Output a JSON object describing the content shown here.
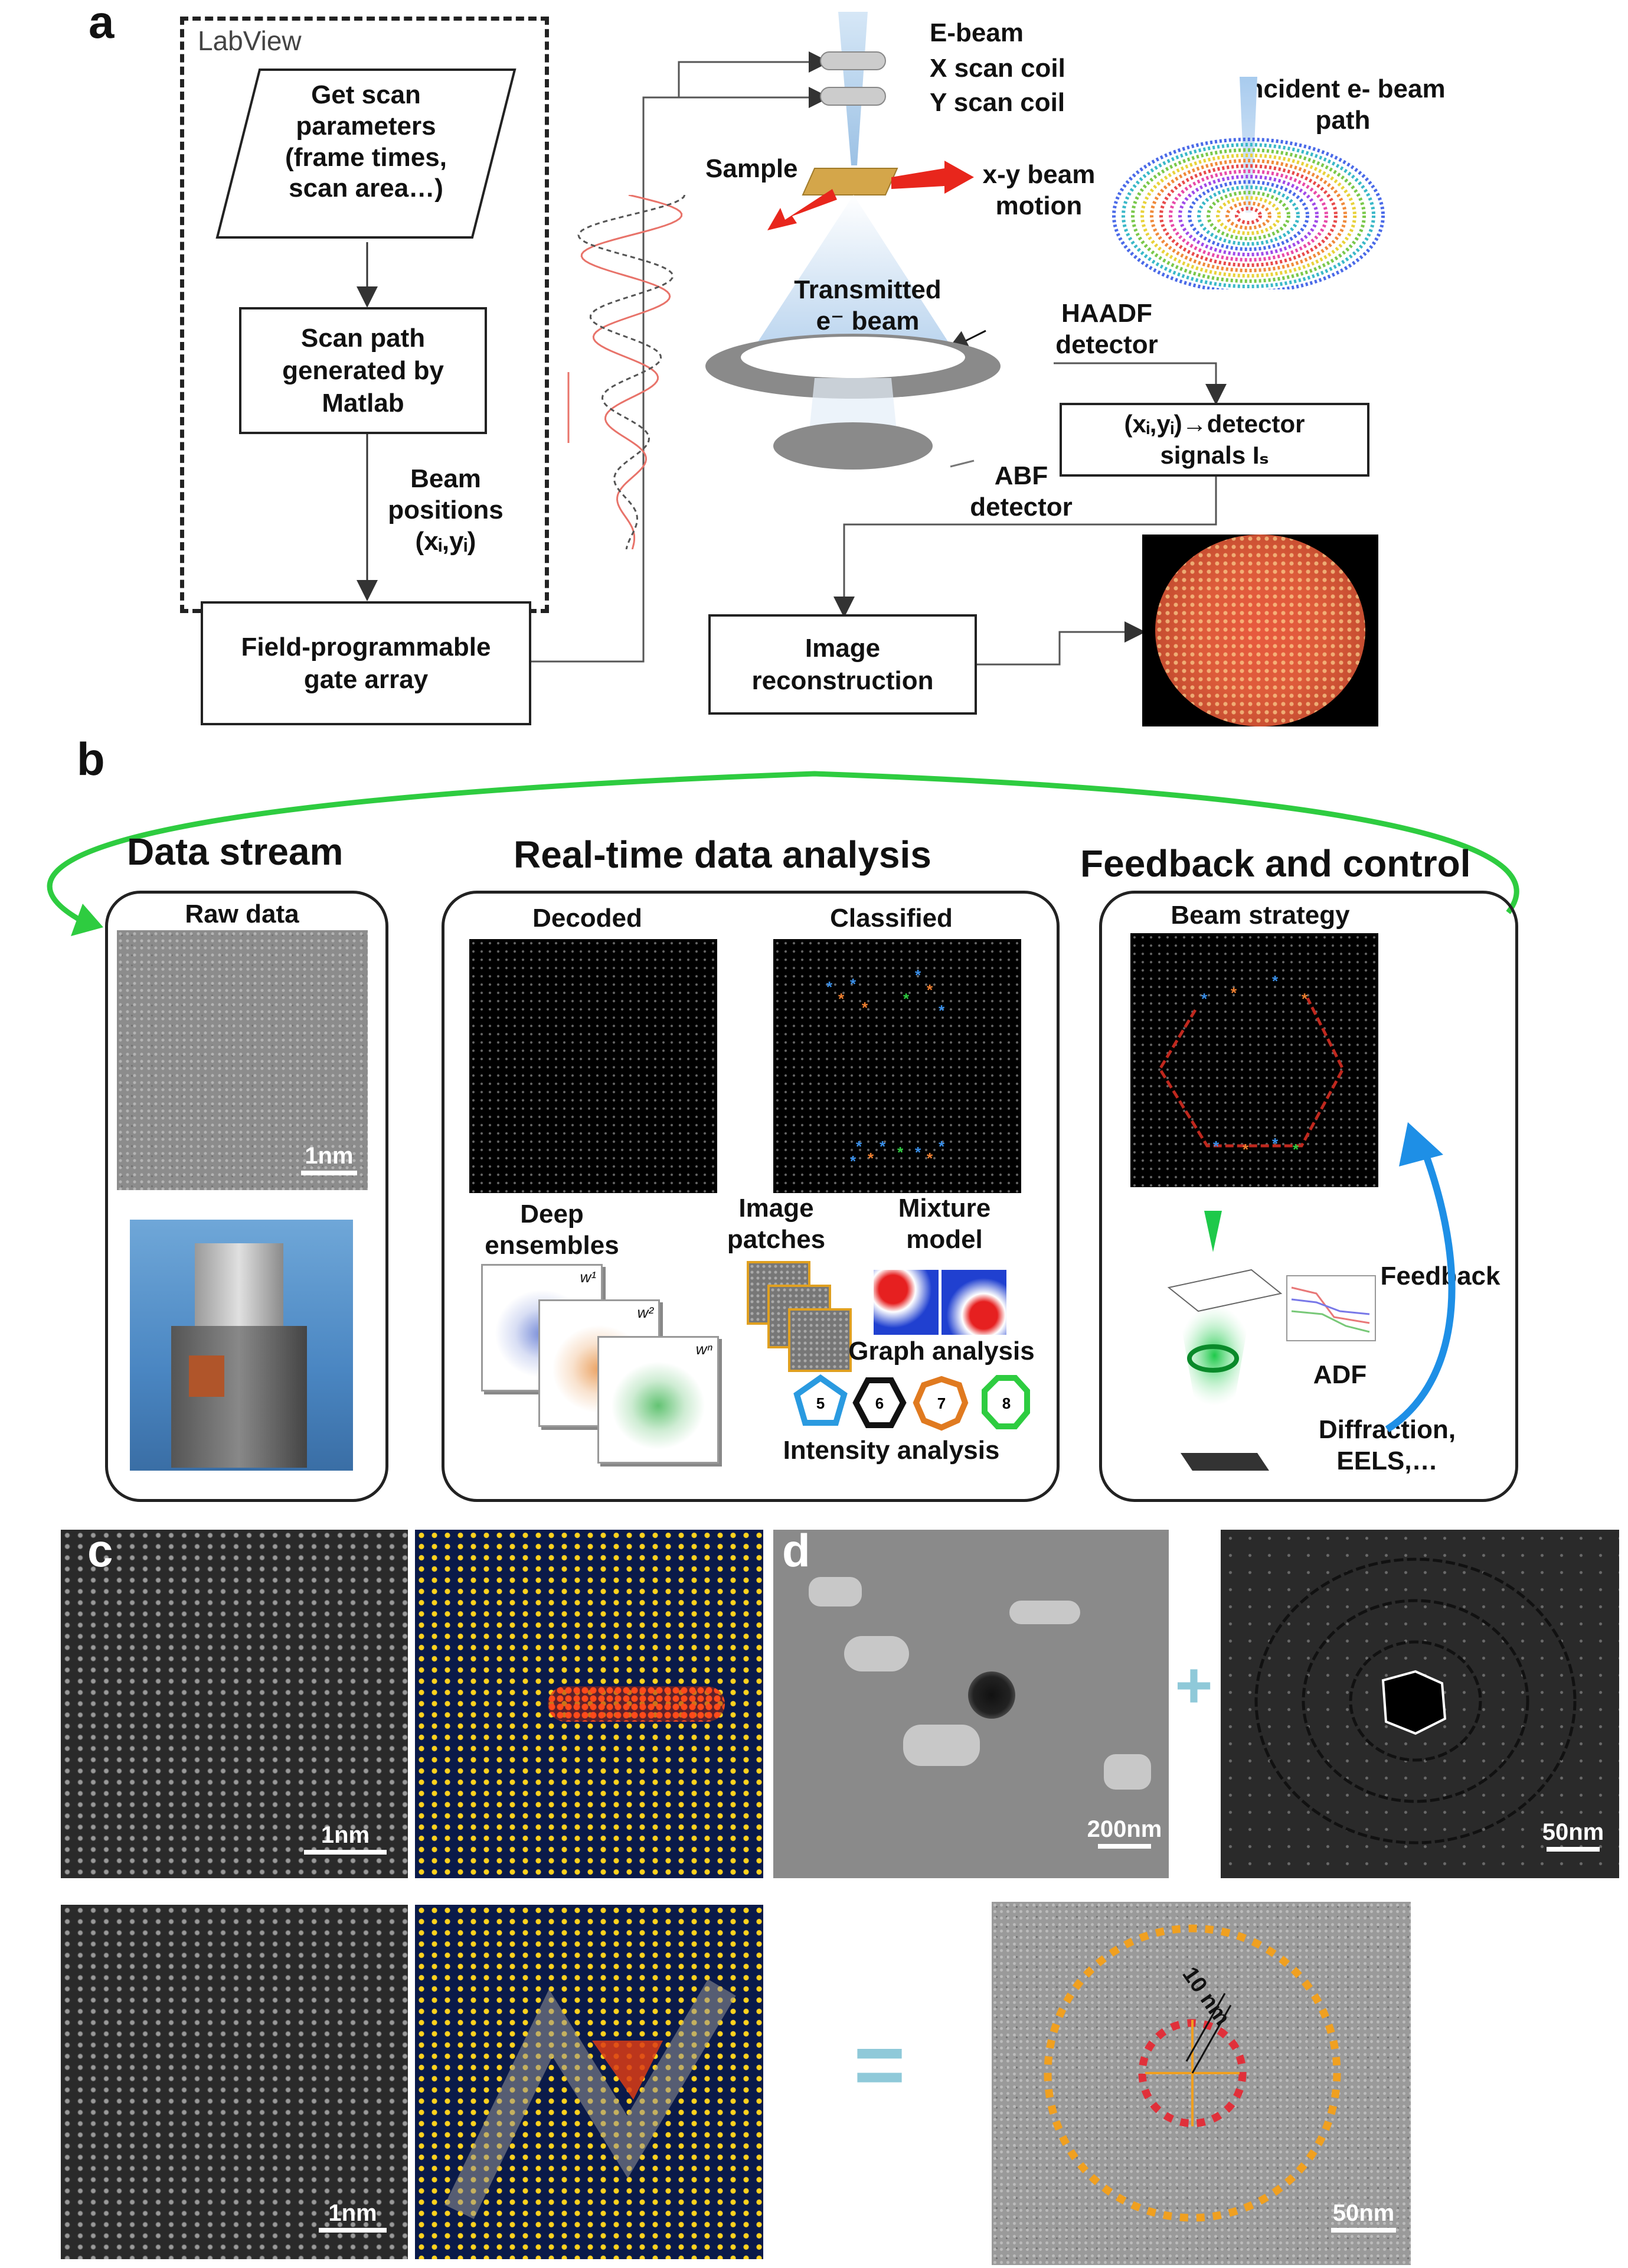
{
  "panel_a": {
    "letter": "a",
    "labview": "LabView",
    "get_scan": "Get scan\nparameters\n(frame times,\nscan area…)",
    "scan_path": "Scan path\ngenerated by\nMatlab",
    "beam_positions": "Beam\npositions\n(xᵢ,yᵢ)",
    "fpga": "Field-programmable\ngate array",
    "ebeam": "E-beam",
    "x_scan": "X scan coil",
    "y_scan": "Y scan coil",
    "sample": "Sample",
    "xy_motion": "x-y beam\nmotion",
    "incident": "Incident e- beam\npath",
    "transmitted": "Transmitted\ne⁻ beam",
    "haadf": "HAADF\ndetector",
    "abf": "ABF\ndetector",
    "detector_signals": "(xᵢ,yᵢ)→detector\nsignals Iₛ",
    "image_recon": "Image\nreconstruction"
  },
  "panel_b": {
    "letter": "b",
    "data_stream": "Data stream",
    "realtime": "Real-time data analysis",
    "feedback_control": "Feedback and control",
    "raw_data": "Raw data",
    "decoded": "Decoded",
    "classified": "Classified",
    "beam_strategy": "Beam strategy",
    "deep_ensembles": "Deep\nensembles",
    "image_patches": "Image\npatches",
    "mixture_model": "Mixture\nmodel",
    "graph_analysis": "Graph analysis",
    "intensity_analysis": "Intensity analysis",
    "feedback": "Feedback",
    "adf": "ADF",
    "diffraction": "Diffraction,\nEELS,…",
    "scale_1nm": "1nm",
    "polygons": [
      "5",
      "6",
      "7",
      "8"
    ],
    "weights": [
      "w¹",
      "w²",
      "wⁿ"
    ]
  },
  "panel_c": {
    "letter": "c",
    "scale_top": "1nm",
    "scale_bottom": "1nm"
  },
  "panel_d": {
    "letter": "d",
    "scale_200": "200nm",
    "scale_50a": "50nm",
    "scale_50b": "50nm",
    "ten_nm": "10 nm",
    "plus": "+",
    "equals": "="
  },
  "colors": {
    "green_arrow": "#2ecc40",
    "blue_arrow": "#1e8fe6",
    "red_arrow": "#e8261c",
    "plus_equals": "#8fc9d9"
  }
}
